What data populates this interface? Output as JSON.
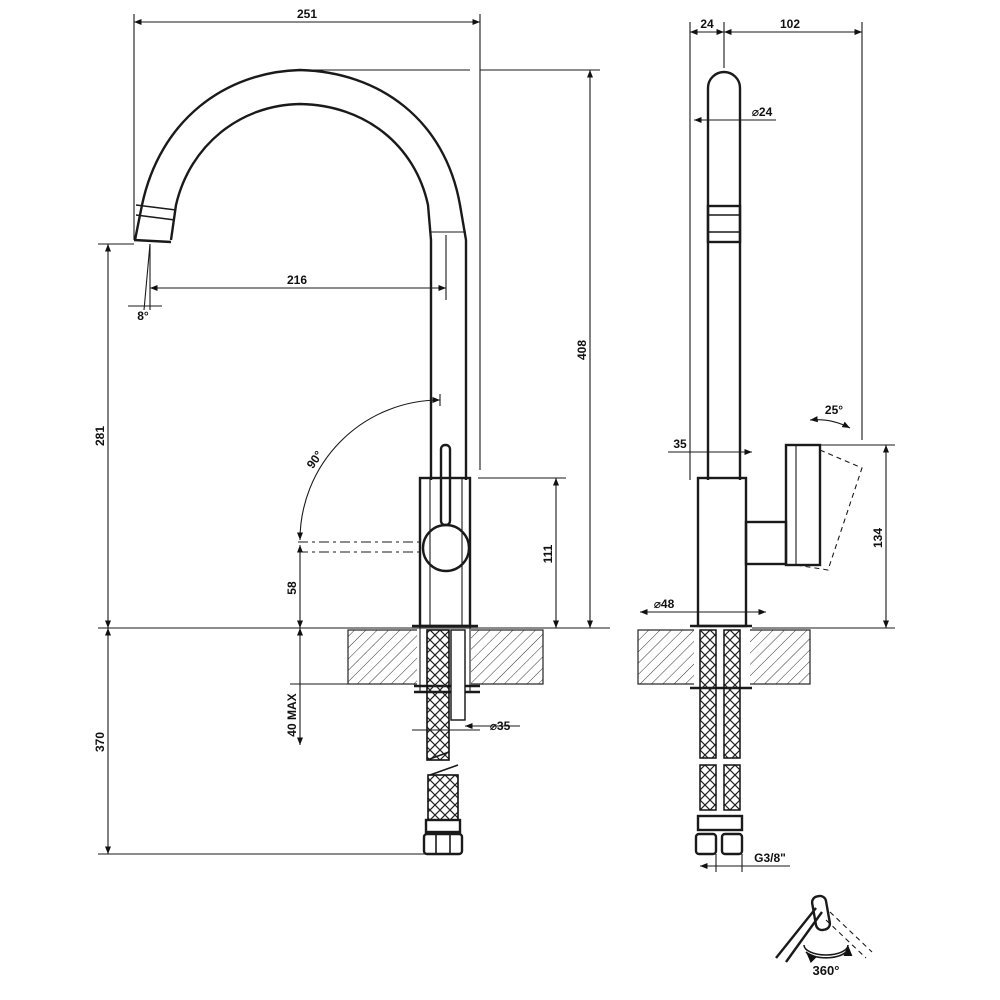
{
  "front_view": {
    "dims": {
      "overall_width": "251",
      "spout_reach": "216",
      "spout_angle": "8°",
      "lever_angle": "90°",
      "spout_outlet_height": "281",
      "body_height": "111",
      "lever_height": "58",
      "deck_thickness": "40 MAX",
      "under_deck_length": "370",
      "shank_diameter": "⌀35",
      "overall_height": "408"
    }
  },
  "side_view": {
    "dims": {
      "spout_offset": "24",
      "lever_depth": "102",
      "tube_diameter": "⌀24",
      "lever_angle": "25°",
      "body_width": "35",
      "lever_height": "134",
      "base_diameter": "⌀48",
      "connection": "G3/8\""
    }
  },
  "rotation_symbol": {
    "label": "360°"
  }
}
